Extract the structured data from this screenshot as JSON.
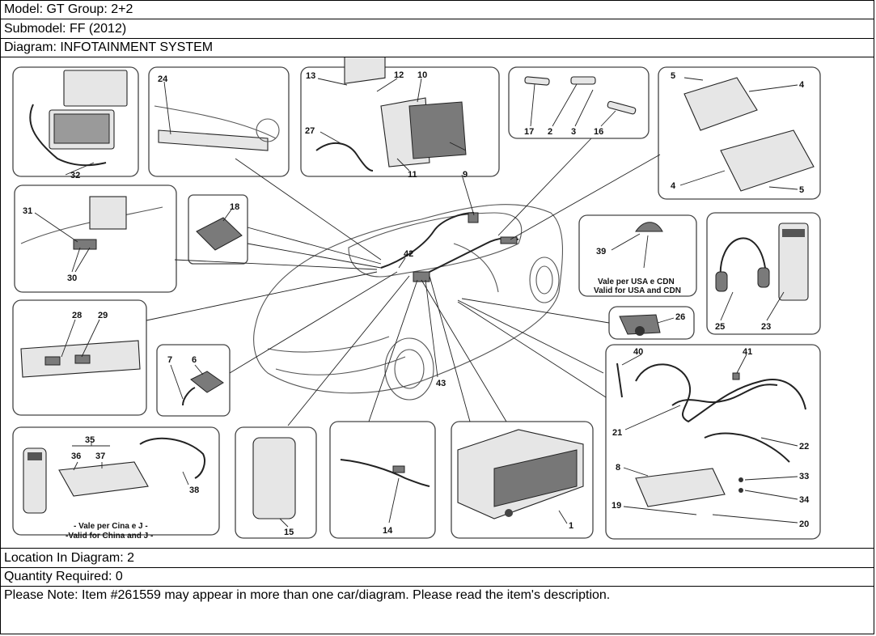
{
  "header": {
    "model": "Model: GT Group: 2+2",
    "submodel": "Submodel: FF (2012)",
    "diagram": "Diagram: INFOTAINMENT SYSTEM"
  },
  "callouts": {
    "c1": "1",
    "c2": "2",
    "c3": "3",
    "c4a": "4",
    "c4b": "4",
    "c5a": "5",
    "c5b": "5",
    "c6": "6",
    "c7": "7",
    "c8": "8",
    "c9": "9",
    "c10": "10",
    "c11": "11",
    "c12": "12",
    "c13": "13",
    "c14": "14",
    "c15": "15",
    "c16": "16",
    "c17": "17",
    "c18": "18",
    "c19": "19",
    "c20": "20",
    "c21": "21",
    "c22": "22",
    "c23": "23",
    "c24": "24",
    "c25": "25",
    "c26": "26",
    "c27": "27",
    "c28": "28",
    "c29": "29",
    "c30": "30",
    "c31": "31",
    "c32": "32",
    "c33": "33",
    "c34": "34",
    "c35": "35",
    "c36": "36",
    "c37": "37",
    "c38": "38",
    "c39": "39",
    "c40": "40",
    "c41": "41",
    "c42": "42",
    "c43": "43"
  },
  "notes": {
    "usa_it": "Vale per USA e CDN",
    "usa_en": "Valid for USA and CDN",
    "china_it": "- Vale per Cina e J -",
    "china_en": "-Valid for China and J -"
  },
  "footer": {
    "location": "Location In Diagram: 2",
    "quantity": "Quantity Required: 0",
    "note": "Please Note: Item #261559 may appear in more than one car/diagram. Please read the item's description."
  }
}
